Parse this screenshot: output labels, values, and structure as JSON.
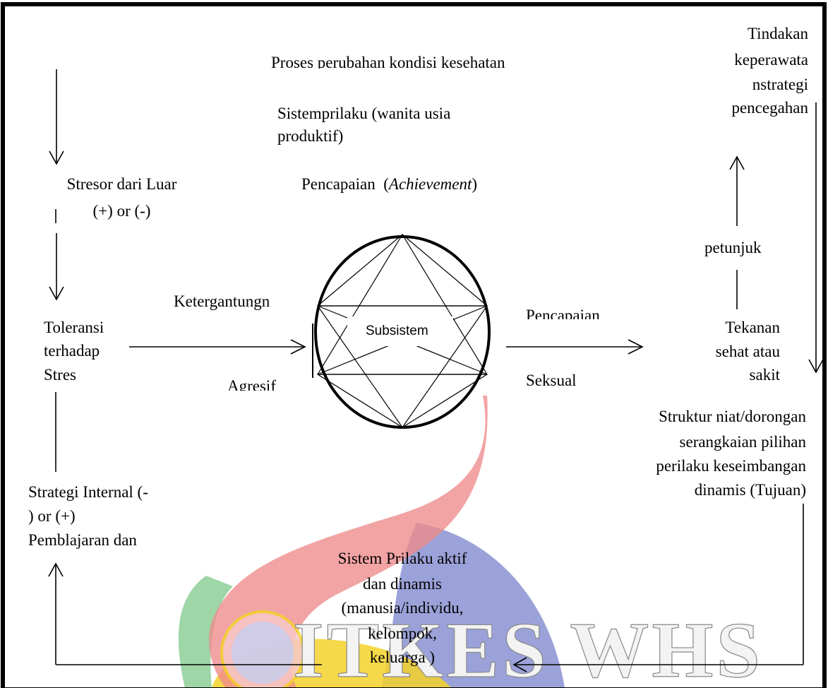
{
  "watermark": {
    "text": "ITKES WHS",
    "colors": {
      "red": "#ee8a8a",
      "blue": "#8a92d2",
      "yellow": "#f5d22a",
      "green": "#7ec88a"
    }
  },
  "labels": {
    "proses": "Proses perubahan kondisi kesehatan",
    "sistem_prilaku": [
      "Sistemprilaku (wanita usia",
      "produktif)"
    ],
    "pencapaian_top": "Pencapaian",
    "achievement": "Achievement",
    "stresor": [
      "Stresor dari Luar",
      "(+) or (-)"
    ],
    "toleransi": [
      "Toleransi",
      "terhadap",
      "Stres"
    ],
    "ketergantungan": "Ketergantungn",
    "agresif": "Agresif",
    "subsistem": "Subsistem",
    "pencapaian_right": "Pencapaian",
    "seksual": "Seksual",
    "tindakan": [
      "Tindakan",
      "keperawata",
      "nstrategi",
      "pencegahan"
    ],
    "petunjuk": "petunjuk",
    "tekanan": [
      "Tekanan",
      "sehat atau",
      "sakit"
    ],
    "struktur": [
      "Struktur niat/dorongan",
      "serangkaian pilihan",
      "perilaku keseimbangan",
      "dinamis (Tujuan)"
    ],
    "strategi": [
      "Strategi Internal (-",
      ") or (+)",
      "Pemblajaran dan"
    ],
    "sistem_aktif": [
      "Sistem Prilaku aktif",
      "dan dinamis",
      "(manusia/individu,",
      "kelompok,",
      "keluarga )"
    ]
  }
}
